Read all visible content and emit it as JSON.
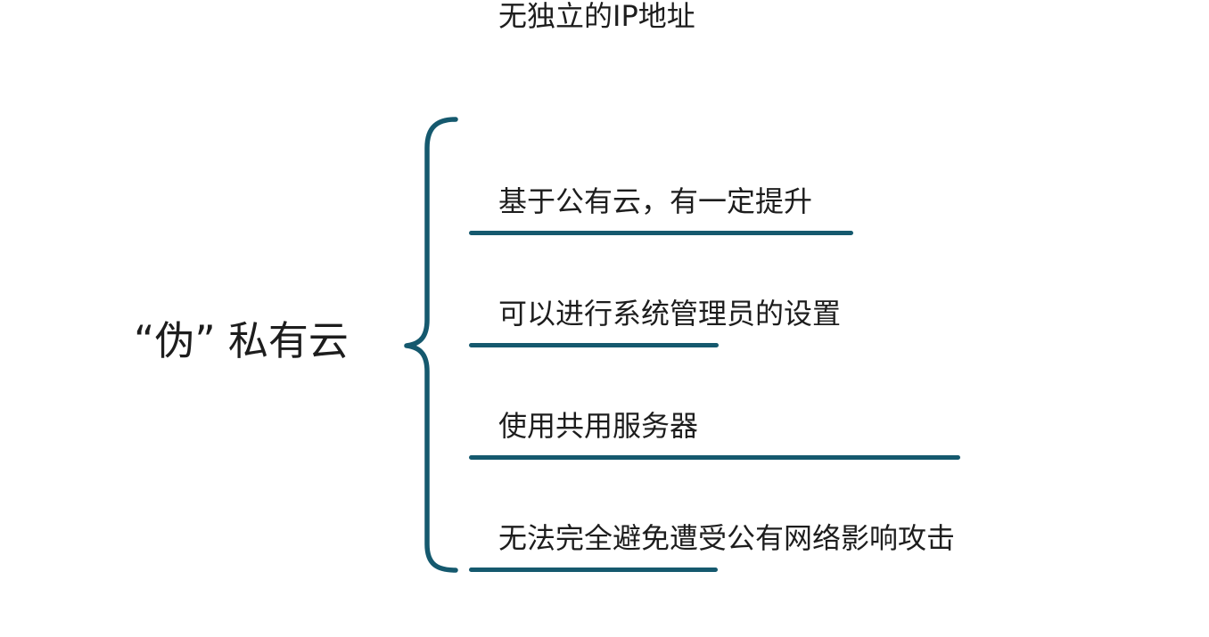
{
  "colors": {
    "line": "#15596E",
    "text": "#1d1d1d",
    "background": "#ffffff"
  },
  "root": {
    "label": "“伪” 私有云"
  },
  "branches": [
    {
      "label": "基于公有云，有一定提升"
    },
    {
      "label": "可以进行系统管理员的设置"
    },
    {
      "label": "使用共用服务器"
    },
    {
      "label": "无法完全避免遭受公有网络影响攻击"
    },
    {
      "label": "无独立的IP地址"
    }
  ]
}
